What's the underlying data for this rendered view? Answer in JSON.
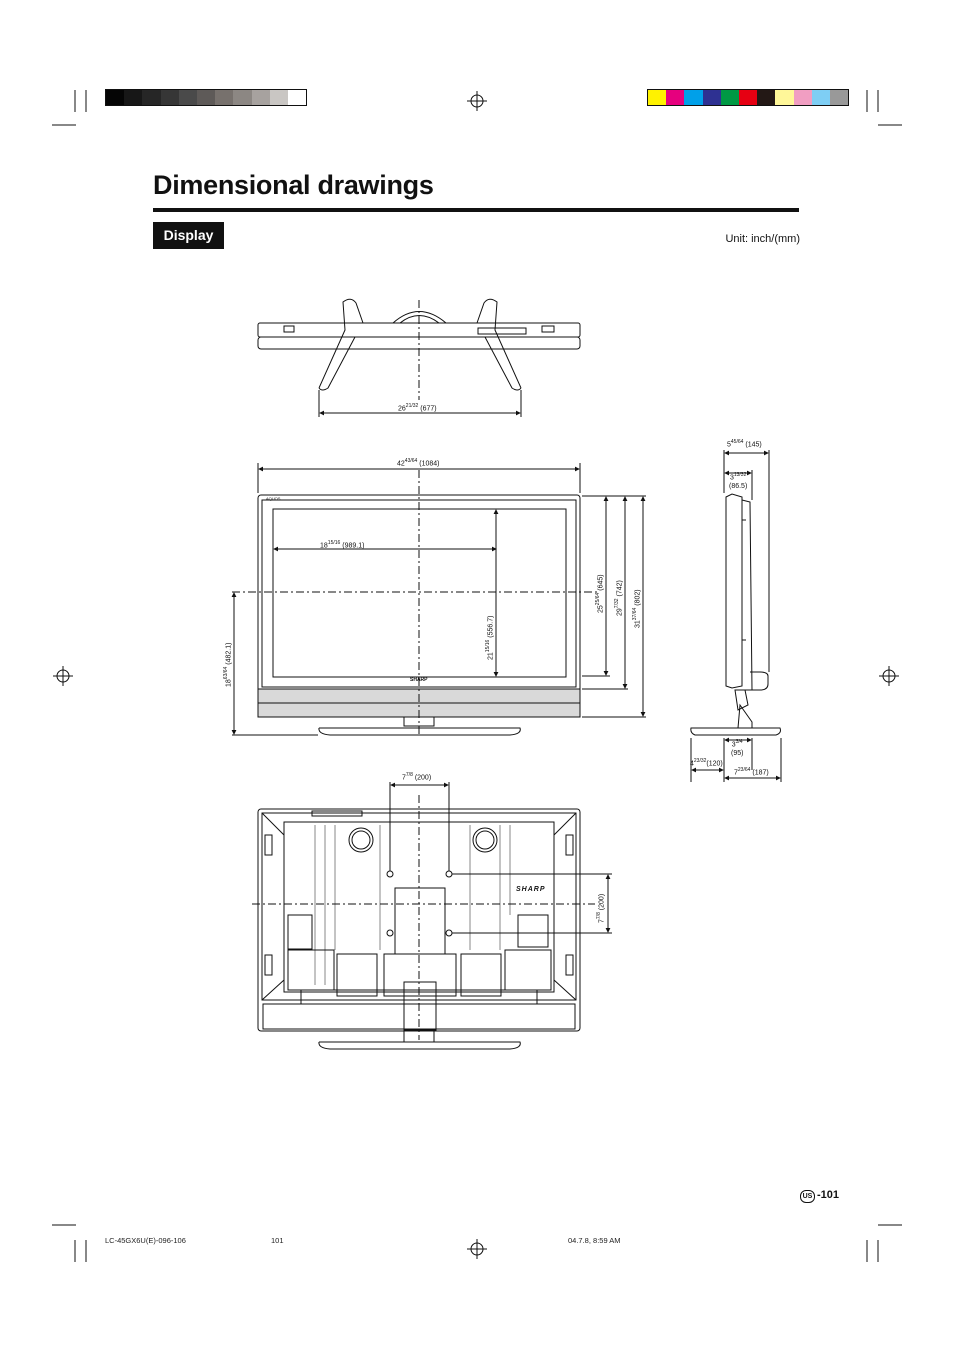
{
  "page": {
    "title": "Dimensional drawings",
    "section_tag": "Display",
    "unit_label": "Unit: inch/(mm)",
    "page_number": "-101",
    "region_badge": "US",
    "footer": {
      "file": "LC-45GX6U(E)-096-106",
      "page": "101",
      "timestamp": "04.7.8, 8:59 AM"
    }
  },
  "colors": {
    "grayscale_bar": [
      "#050505",
      "#171717",
      "#262626",
      "#363636",
      "#4a4a4a",
      "#5e5a58",
      "#77716d",
      "#8c8783",
      "#a7a29f",
      "#c9c6c3",
      "#ffffff"
    ],
    "color_bar": [
      "#fff200",
      "#e6007e",
      "#00a0e9",
      "#2e3192",
      "#009944",
      "#e60012",
      "#231815",
      "#fff799",
      "#f19ec2",
      "#7ecef4",
      "#999999"
    ]
  },
  "dimensions": {
    "stand_width": {
      "whole": "26",
      "frac": "21/32",
      "mm": "(677)"
    },
    "overall_width": {
      "whole": "42",
      "frac": "43/64",
      "mm": "(1084)"
    },
    "screen_width": {
      "whole": "18",
      "frac": "15/16",
      "mm": "(989.1)"
    },
    "screen_height": {
      "whole": "21",
      "frac": "15/16",
      "mm": "(556.7)"
    },
    "h_645": {
      "whole": "25",
      "frac": "25/64",
      "mm": "(645)"
    },
    "h_742": {
      "whole": "29",
      "frac": "7/32",
      "mm": "(742)"
    },
    "h_802": {
      "whole": "31",
      "frac": "37/64",
      "mm": "(802)"
    },
    "center_height": {
      "whole": "18",
      "frac": "63/64",
      "mm": "(482.1)"
    },
    "depth_total": {
      "whole": "5",
      "frac": "45/64",
      "mm": "(145)"
    },
    "depth_panel": {
      "whole": "3",
      "frac": "13/32",
      "mm": "(86.5)"
    },
    "depth_base": {
      "whole": "3",
      "frac": "3/4",
      "mm": "(95)"
    },
    "depth_front": {
      "whole": "4",
      "frac": "23/32",
      "mm": "(120)"
    },
    "depth_stand": {
      "whole": "7",
      "frac": "23/64",
      "mm": "(187)"
    },
    "vesa_h": {
      "whole": "7",
      "frac": "7/8",
      "mm": "(200)"
    },
    "vesa_v": {
      "whole": "7",
      "frac": "7/8",
      "mm": "(200)"
    }
  },
  "labels": {
    "brand_front": "SHARP",
    "brand_back": "SHARP",
    "badge": "AQUOS"
  }
}
